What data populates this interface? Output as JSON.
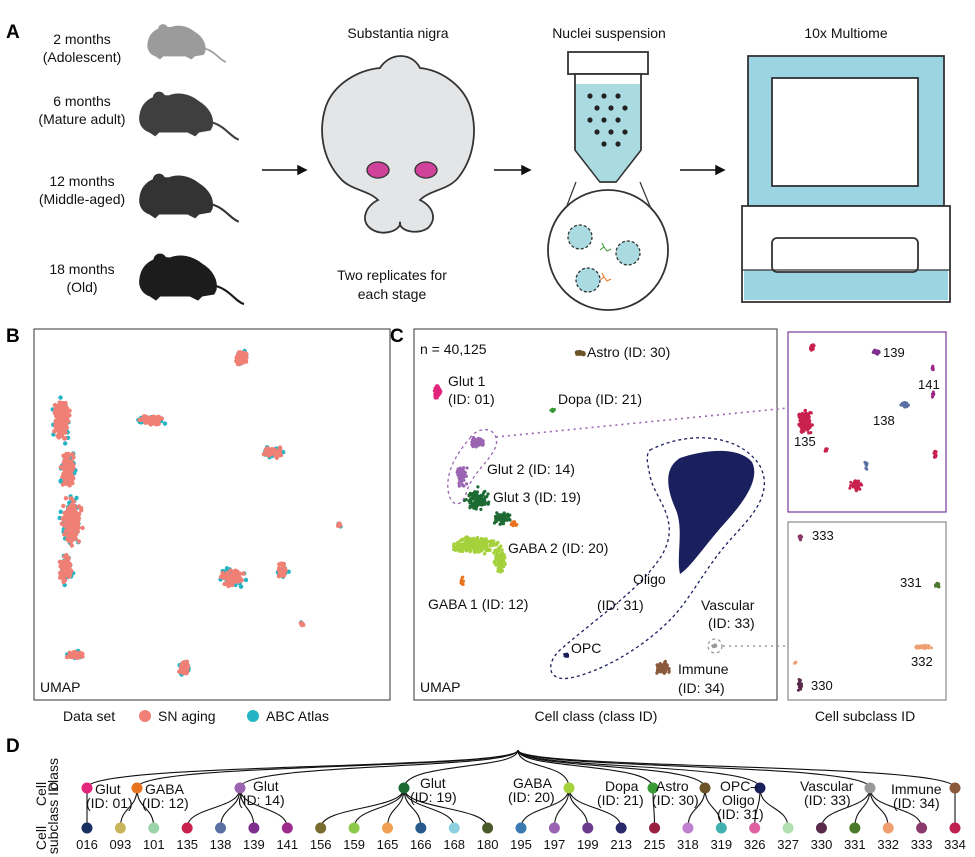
{
  "panels": {
    "a": "A",
    "b": "B",
    "c": "C",
    "d": "D"
  },
  "panel_a": {
    "ages": [
      {
        "age": "2 months",
        "stage": "(Adolescent)",
        "color": "#9b9b9b"
      },
      {
        "age": "6 months",
        "stage": "(Mature adult)",
        "color": "#3f3f3f"
      },
      {
        "age": "12 months",
        "stage": "(Middle-aged)",
        "color": "#333333"
      },
      {
        "age": "18 months",
        "stage": "(Old)",
        "color": "#1c1c1c"
      }
    ],
    "sn_title": "Substantia nigra",
    "replicates_line1": "Two replicates for",
    "replicates_line2": "each stage",
    "nuclei_title": "Nuclei suspension",
    "multiome_title": "10x Multiome",
    "colors": {
      "brain": "#e4e5e7",
      "sn": "#d1439a",
      "tube": "#a9dbe0",
      "machine": "#9bd4e2"
    }
  },
  "panel_b": {
    "umap_label": "UMAP",
    "legend_title": "Data set",
    "legend": [
      {
        "name": "SN aging",
        "color": "#f08076"
      },
      {
        "name": "ABC Atlas",
        "color": "#22b4c2"
      }
    ]
  },
  "panel_c": {
    "n_label": "n = 40,125",
    "umap_label": "UMAP",
    "caption": "Cell class (class ID)",
    "sub_caption": "Cell subclass ID",
    "classes": [
      {
        "line1": "Astro (ID: 30)",
        "line2": "",
        "color": "#6b5426"
      },
      {
        "line1": "Glut 1",
        "line2": "(ID: 01)",
        "color": "#e3257d"
      },
      {
        "line1": "Dopa (ID: 21)",
        "line2": "",
        "color": "#3a9a35"
      },
      {
        "line1": "Glut 2 (ID: 14)",
        "line2": "",
        "color": "#9a64b2"
      },
      {
        "line1": "Glut 3 (ID: 19)",
        "line2": "",
        "color": "#1d6b33"
      },
      {
        "line1": "GABA 2 (ID: 20)",
        "line2": "",
        "color": "#a5d13c"
      },
      {
        "line1": "GABA 1 (ID: 12)",
        "line2": "",
        "color": "#e8731f"
      },
      {
        "line1": "Oligo",
        "line2": "(ID: 31)",
        "color": "#1a1f5e"
      },
      {
        "line1": "OPC",
        "line2": "",
        "color": "#1a1f5e"
      },
      {
        "line1": "Vascular",
        "line2": "(ID: 33)",
        "color": "#999999"
      },
      {
        "line1": "Immune",
        "line2": "(ID: 34)",
        "color": "#8a5a3c"
      }
    ],
    "zoom_top_labels": [
      "139",
      "141",
      "138",
      "135"
    ],
    "zoom_bottom_labels": [
      "333",
      "331",
      "332",
      "330"
    ]
  },
  "panel_d": {
    "row_label_class_1": "Cell",
    "row_label_class_2": "class",
    "row_label_sub_1": "Cell",
    "row_label_sub_2": "subclass ID",
    "classes": [
      {
        "line1": "Glut",
        "line2": "(ID: 01)",
        "color": "#e3257d"
      },
      {
        "line1": "GABA",
        "line2": "(ID: 12)",
        "color": "#e8731f"
      },
      {
        "line1": "Glut",
        "line2": "(ID: 14)",
        "color": "#9a64b2"
      },
      {
        "line1": "Glut",
        "line2": "(ID: 19)",
        "color": "#1d6b33"
      },
      {
        "line1": "GABA",
        "line2": "(ID: 20)",
        "color": "#a5d13c"
      },
      {
        "line1": "Dopa",
        "line2": "(ID: 21)",
        "color": "#3a9a35"
      },
      {
        "line1": "Astro",
        "line2": "(ID: 30)",
        "color": "#6b5426"
      },
      {
        "line1": "OPC–",
        "line2": "Oligo",
        "line3": "(ID: 31)",
        "color": "#1a1f5e"
      },
      {
        "line1": "Vascular",
        "line2": "(ID: 33)",
        "color": "#999999"
      },
      {
        "line1": "Immune",
        "line2": "(ID: 34)",
        "color": "#8a5a3c"
      }
    ],
    "subclasses": [
      {
        "id": "016",
        "color": "#1a3060"
      },
      {
        "id": "093",
        "color": "#c8b45a"
      },
      {
        "id": "101",
        "color": "#9ad4a8"
      },
      {
        "id": "135",
        "color": "#c9214e"
      },
      {
        "id": "138",
        "color": "#5a6fa3"
      },
      {
        "id": "139",
        "color": "#7e2f8e"
      },
      {
        "id": "141",
        "color": "#9b2a8a"
      },
      {
        "id": "156",
        "color": "#7a6b2e"
      },
      {
        "id": "159",
        "color": "#8cc94a"
      },
      {
        "id": "165",
        "color": "#f0a050"
      },
      {
        "id": "166",
        "color": "#2a5a8c"
      },
      {
        "id": "168",
        "color": "#8fd0e0"
      },
      {
        "id": "180",
        "color": "#4a5a2a"
      },
      {
        "id": "195",
        "color": "#3a7ab0"
      },
      {
        "id": "197",
        "color": "#9a64b2"
      },
      {
        "id": "199",
        "color": "#6b3a8c"
      },
      {
        "id": "213",
        "color": "#2a2a6b"
      },
      {
        "id": "215",
        "color": "#9a2040"
      },
      {
        "id": "318",
        "color": "#c080d0"
      },
      {
        "id": "319",
        "color": "#40b0b0"
      },
      {
        "id": "326",
        "color": "#e060a0"
      },
      {
        "id": "327",
        "color": "#b0e0b0"
      },
      {
        "id": "330",
        "color": "#5a2a4a"
      },
      {
        "id": "331",
        "color": "#4a7a2a"
      },
      {
        "id": "332",
        "color": "#f0a070"
      },
      {
        "id": "333",
        "color": "#8a3a6a"
      },
      {
        "id": "334",
        "color": "#c02050"
      }
    ],
    "links": [
      [
        0,
        0
      ],
      [
        1,
        1
      ],
      [
        1,
        2
      ],
      [
        2,
        3
      ],
      [
        2,
        4
      ],
      [
        2,
        5
      ],
      [
        2,
        6
      ],
      [
        3,
        7
      ],
      [
        3,
        8
      ],
      [
        3,
        9
      ],
      [
        3,
        10
      ],
      [
        3,
        11
      ],
      [
        3,
        12
      ],
      [
        4,
        13
      ],
      [
        4,
        14
      ],
      [
        4,
        15
      ],
      [
        4,
        16
      ],
      [
        5,
        17
      ],
      [
        6,
        18
      ],
      [
        6,
        19
      ],
      [
        7,
        20
      ],
      [
        7,
        21
      ],
      [
        8,
        22
      ],
      [
        8,
        23
      ],
      [
        8,
        24
      ],
      [
        8,
        25
      ],
      [
        9,
        26
      ]
    ]
  }
}
